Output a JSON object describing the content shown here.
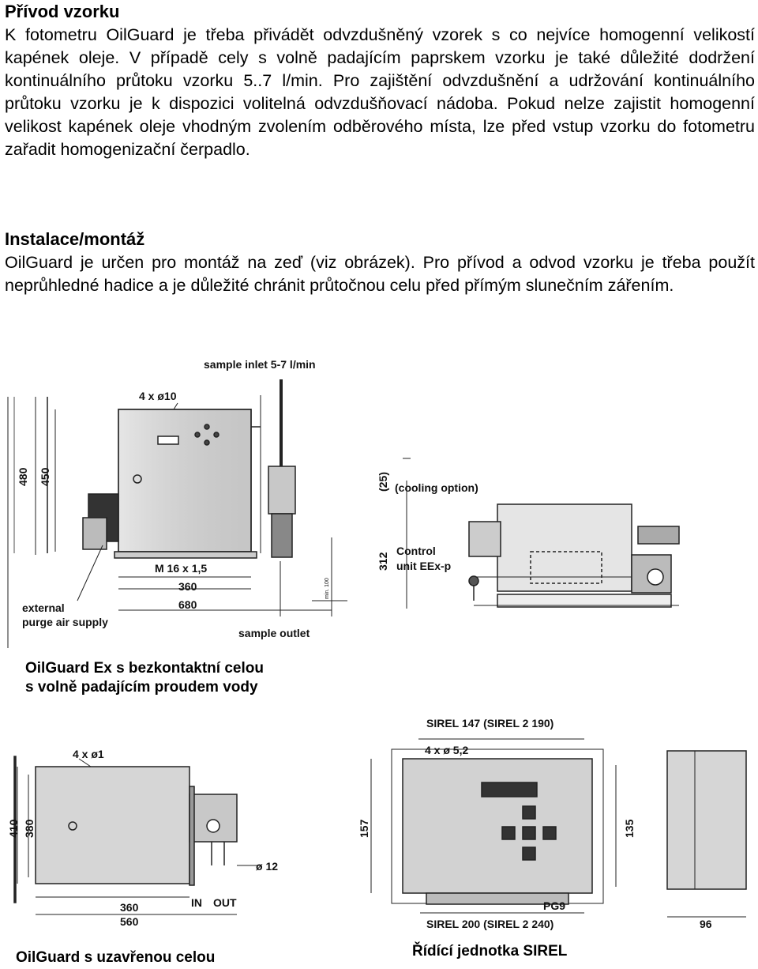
{
  "section1": {
    "heading": "Přívod vzorku",
    "body": "K fotometru OilGuard je třeba přivádět odvzdušněný vzorek s co nejvíce homogenní velikostí kapének oleje. V případě cely s volně padajícím paprskem vzorku je také důležité dodržení kontinuálního průtoku vzorku 5..7 l/min. Pro zajištění odvzdušnění a udržování kontinuálního průtoku vzorku je k dispozici volitelná odvzdušňovací nádoba. Pokud nelze zajistit homogenní velikost kapének oleje vhodným zvolením odběrového místa, lze před vstup vzorku do fotometru zařadit homogenizační čerpadlo."
  },
  "section2": {
    "heading": "Instalace/montáž",
    "body": "OilGuard je určen pro montáž na zeď (viz obrázek). Pro přívod a odvod vzorku je třeba použít neprůhledné hadice a je důležité chránit průtočnou celu před přímým slunečním zářením."
  },
  "figure1": {
    "sample_inlet": "sample inlet 5-7 l/min",
    "holes": "4 x ø10",
    "dim_480": "480",
    "dim_450": "450",
    "thread": "M 16 x 1,5",
    "dim_360": "360",
    "dim_680": "680",
    "external_line1": "external",
    "external_line2": "purge air supply",
    "sample_outlet": "sample outlet",
    "min_100": "min. 100",
    "dim_25": "(25)",
    "cooling": "(cooling option)",
    "dim_312": "312",
    "control_line1": "Control",
    "control_line2": "unit EEx-p",
    "caption_line1": "OilGuard Ex s bezkontaktní celou",
    "caption_line2": "s volně padajícím proudem vody"
  },
  "figure2": {
    "holes": "4 x ø1",
    "dim_410": "410",
    "dim_380": "380",
    "dim_360": "360",
    "dim_560": "560",
    "dim_12": "ø 12",
    "in": "IN",
    "out": "OUT",
    "caption": "OilGuard s uzavřenou celou"
  },
  "figure3": {
    "sirel_top": "SIREL 147 (SIREL 2 190)",
    "holes": "4 x ø 5,2",
    "dim_157": "157",
    "dim_135": "135",
    "pg9": "PG9",
    "sirel_bottom": "SIREL 200 (SIREL 2 240)",
    "dim_96": "96",
    "caption": "Řídící jednotka SIREL"
  }
}
